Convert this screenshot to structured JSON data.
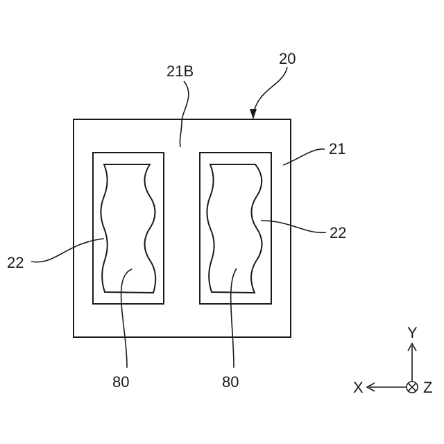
{
  "diagram": {
    "labels": {
      "assembly": "20",
      "surface": "21B",
      "frame": "21",
      "wall_left": "22",
      "wall_right": "22",
      "insert_left": "80",
      "insert_right": "80"
    },
    "axes": {
      "y": "Y",
      "x": "X",
      "z": "Z"
    }
  }
}
